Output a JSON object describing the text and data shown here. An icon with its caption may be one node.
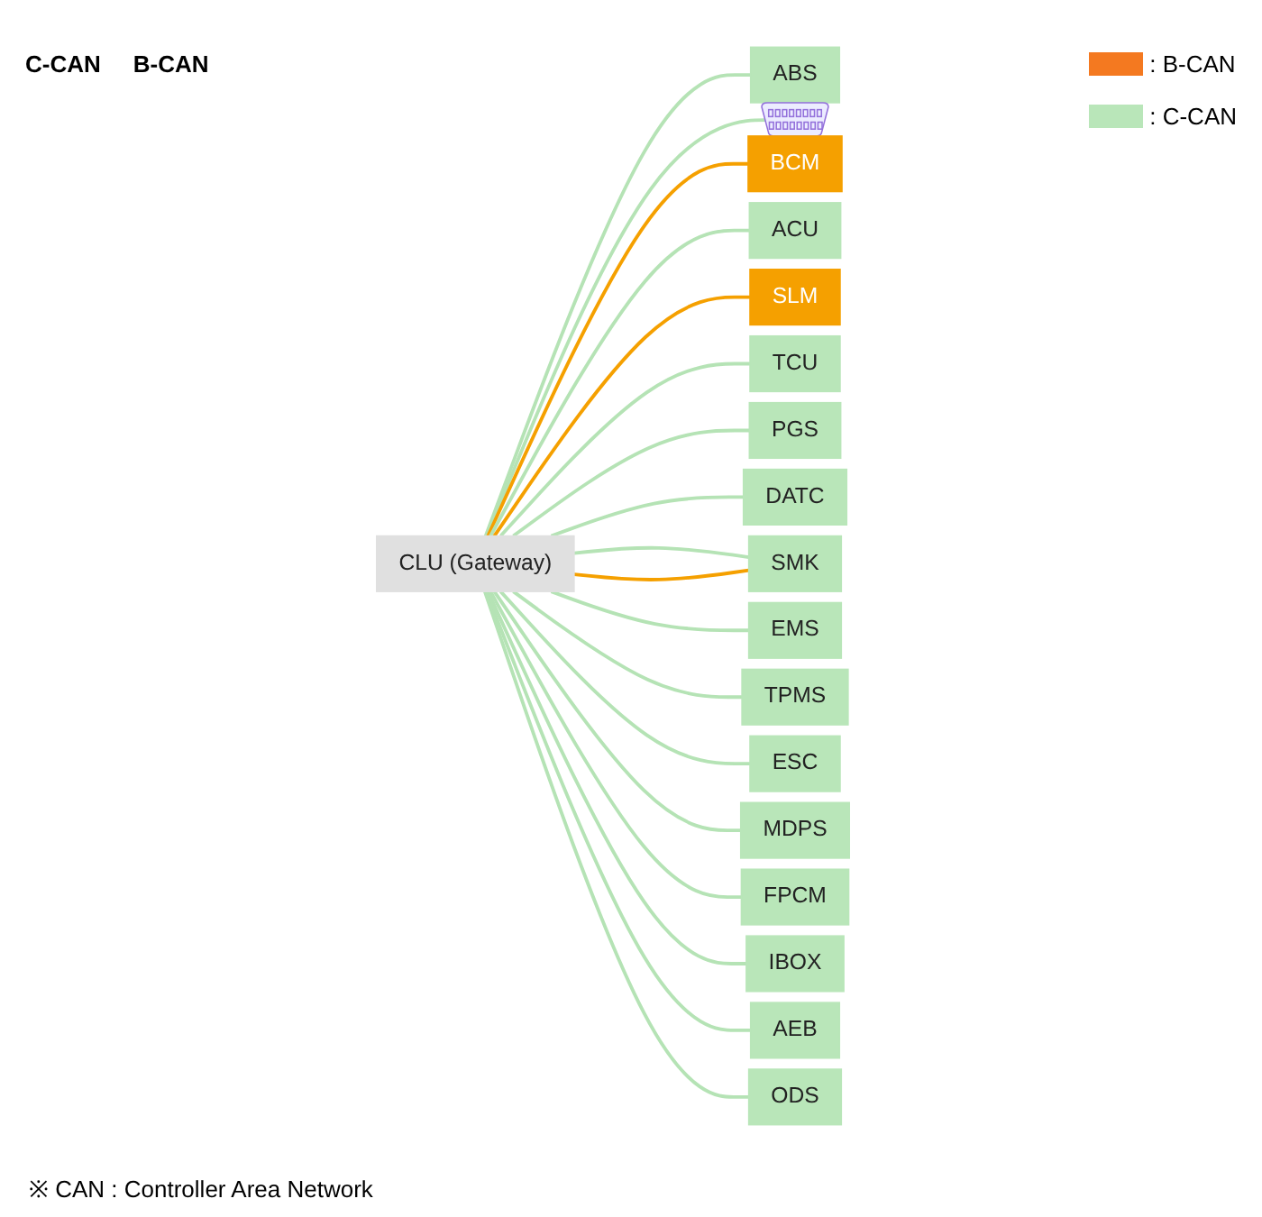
{
  "diagram": {
    "caption": "※ CAN : Controller Area Network",
    "nodes": [
      {
        "text": [
          "CLU (Gateway)"
        ]
      },
      {
        "text": [
          "ABS"
        ]
      },
      {
        "text": [],
        "shape": "picture"
      },
      {
        "text": [
          "BCM"
        ]
      },
      {
        "text": [
          "ACU"
        ]
      },
      {
        "text": [
          "SLM"
        ]
      },
      {
        "text": [
          "TCU"
        ]
      },
      {
        "text": [
          "PGS"
        ]
      },
      {
        "text": [
          "DATC"
        ]
      },
      {
        "text": [
          "SMK"
        ]
      },
      {
        "text": [
          "EMS"
        ]
      },
      {
        "text": [
          "TPMS"
        ]
      },
      {
        "text": [
          "ESC"
        ]
      },
      {
        "text": [
          "MDPS"
        ]
      },
      {
        "text": [
          "FPCM"
        ]
      },
      {
        "text": [
          "IBOX"
        ]
      },
      {
        "text": [
          "AEB"
        ]
      },
      {
        "text": [
          "ODS"
        ]
      }
    ],
    "edges": [
      {
        "from": 0,
        "to": 1,
        "arrow": "none"
      },
      {
        "from": 0,
        "to": 2,
        "arrow": "none"
      },
      {
        "from": 0,
        "to": 3,
        "arrow": "none",
        "color": "#f5a000"
      },
      {
        "from": 0,
        "to": 4,
        "arrow": "none"
      },
      {
        "from": 0,
        "to": 5,
        "arrow": "none",
        "color": "#f5a000"
      },
      {
        "from": 0,
        "to": 6,
        "arrow": "none"
      },
      {
        "from": 0,
        "to": 7,
        "arrow": "none"
      },
      {
        "from": 0,
        "to": 8,
        "arrow": "none"
      },
      {
        "from": 0,
        "to": 9,
        "arrow": "none"
      },
      {
        "from": 0,
        "to": 9,
        "arrow": "none",
        "color": "#f5a000"
      },
      {
        "from": 0,
        "to": 10,
        "arrow": "none"
      },
      {
        "from": 0,
        "to": 11,
        "arrow": "none"
      },
      {
        "from": 0,
        "to": 12,
        "arrow": "none"
      },
      {
        "from": 0,
        "to": 13,
        "arrow": "none"
      },
      {
        "from": 0,
        "to": 14,
        "arrow": "none"
      },
      {
        "from": 0,
        "to": 15,
        "arrow": "none"
      },
      {
        "from": 0,
        "to": 16,
        "arrow": "none"
      },
      {
        "from": 0,
        "to": 17,
        "arrow": "none"
      }
    ],
    "labels": [
      "C-CAN",
      "B-CAN"
    ],
    "legend": [
      {
        "text": ": B-CAN",
        "color": "#f47920"
      },
      {
        "text": ": C-CAN",
        "color": "#b9e6b9"
      }
    ]
  }
}
